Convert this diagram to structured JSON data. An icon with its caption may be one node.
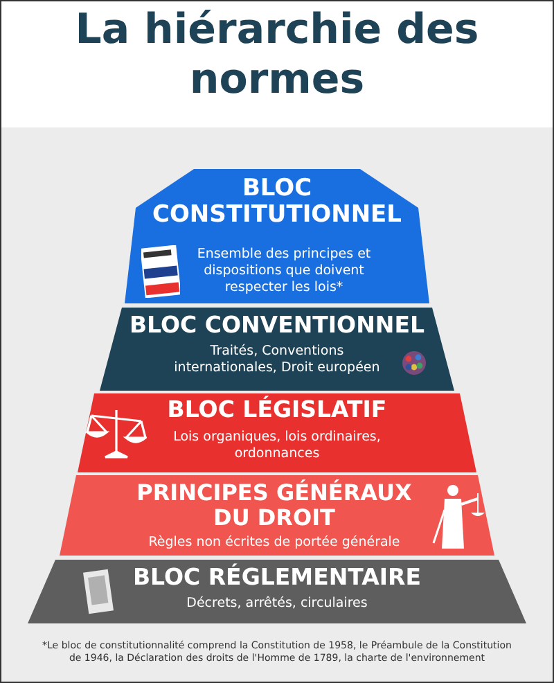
{
  "diagram": {
    "title": "La hiérarchie des normes",
    "caption": "*Le bloc de constitutionnalité comprend la Constitution de 1958, le Préambule de la Constitution de 1946, la Déclaration des droits de l'Homme de 1789, la charte de l'environnement",
    "nodes": [
      {
        "text": [
          "BLOC CONSTITUTIONNEL",
          "Ensemble des principes et dispositions que doivent respecter les lois*"
        ]
      },
      {
        "text": [
          "BLOC CONVENTIONNEL",
          "Traités, Conventions internationales, Droit européen"
        ]
      },
      {
        "text": [
          "BLOC LÉGISLATIF",
          "Lois organiques, lois ordinaires, ordonnances"
        ]
      },
      {
        "text": [
          "PRINCIPES GÉNÉRAUX DU DROIT",
          "Règles non écrites de portée générale"
        ]
      },
      {
        "text": [
          "BLOC RÉGLEMENTAIRE",
          "Décrets, arrêtés, circulaires"
        ]
      }
    ]
  }
}
